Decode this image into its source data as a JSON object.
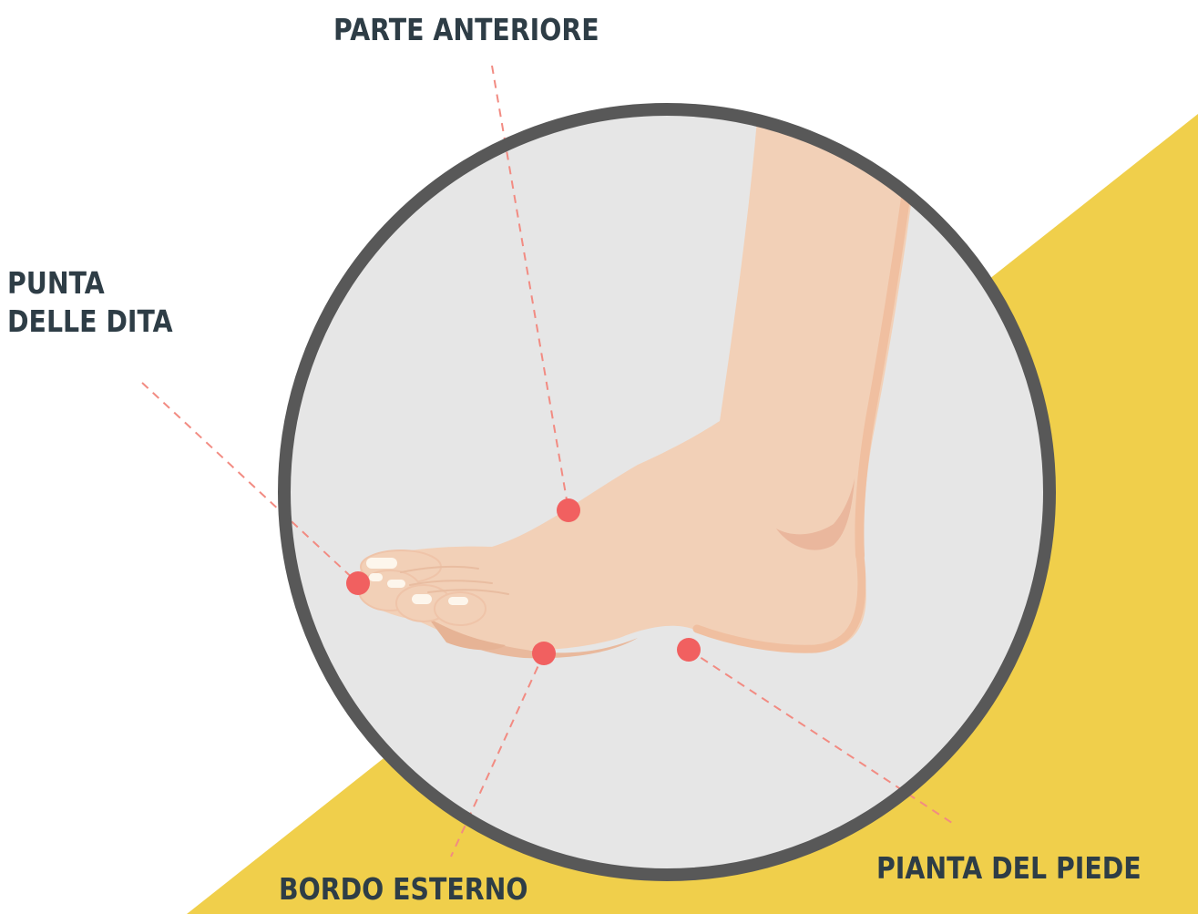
{
  "colors": {
    "background": "#ffffff",
    "yellow_band": "#f0cf4b",
    "circle_fill": "#e6e6e6",
    "circle_ring": "#585858",
    "skin": "#f2d0b7",
    "skin_shadow": "#e8b79d",
    "skin_outline": "#f0bfa0",
    "toenail": "#fdf6ec",
    "marker": "#f16060",
    "dash_line": "#f28b82",
    "label_text": "#2e3d46"
  },
  "labels": {
    "front": "PARTE ANTERIORE",
    "toe_tips_line1": "PUNTA",
    "toe_tips_line2": "DELLE DITA",
    "outer_edge": "BORDO ESTERNO",
    "sole": "PIANTA DEL PIEDE"
  },
  "icons": {
    "illustration": "foot-icon",
    "marker": "dot-marker-icon"
  }
}
